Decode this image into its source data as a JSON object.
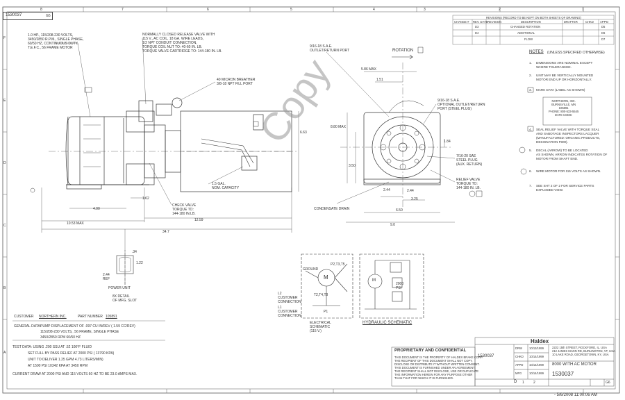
{
  "drawing": {
    "number_top": "1530037",
    "rev_top": "G5",
    "column_markers": [
      "8",
      "7",
      "6",
      "5",
      "4",
      "3",
      "2",
      "1"
    ],
    "row_markers": [
      "F",
      "E",
      "D",
      "C",
      "B",
      "A"
    ],
    "watermark": "Copy"
  },
  "callouts": {
    "motor": "1.0 HP., 115/208-230 VOLTS,\n3450/2850 R.P.M., SINGLE PHASE,\n60/50 HZ, CONTINUOUS DUTY,\nT.E.F.C., 56 FRAME MOTOR",
    "release_valve": "NORMALLY CLOSED RELEASE VALVE WITH\n115 V., AC COIL, 18 GA. WIRE LEADS,\n1/2 NPT CONDUIT CONNECTION,\nTORQUE COIL NUT TO: 40-60 IN. LB.\nTORQUE VALVE CARTRIDGE TO: 144-180 IN. LB.",
    "breather": "40 MICRON BREATHER\n3/8-18 NPT FILL PORT",
    "outlet_port": "9/16-18 S.A.E.\nOUTLET/RETURN PORT",
    "rotation": "ROTATION",
    "optional_port": "9/16-18 S.A.E.\nOPTIONAL OUTLET/RETURN\nPORT (STEEL PLUG)",
    "steel_plug": "7/16-20 SAE\nSTEEL PLUG\n(AUX. RETURN)",
    "relief_valve": "RELIEF VALVE\nTORQUE TO:\n144-180 IN. LB.",
    "condensate": "CONDENSATE DRAIN",
    "check_valve": "CHECK VALVE\nTORQUE TO:\n144-180 IN.LB.",
    "capacity": "1.5 GAL.\nNOM. CAPACITY",
    "power_unit": "POWER UNIT",
    "detail": "8X DETAIL\nOF MFG. SLOT"
  },
  "dimensions": {
    "d1": "10.53 MAX",
    "d2": "34.7",
    "d3": "12.59",
    "d4": "4.00",
    "d5": "1.62",
    "d6": "5.86 MAX",
    "d7": "1.51",
    "d8": "8.80 MAX",
    "d9": "3.50",
    "d10": "6.63",
    "d11": "1.84",
    "d12": "2.44",
    "d13": "3.25",
    "d14": "6.50",
    "d15": "9.0",
    "d16": "2.44",
    "d17": ".34",
    "d18": "1.22",
    "d19": "2.44\nREF"
  },
  "notes": {
    "title": "NOTES",
    "subtitle": "(UNLESS SPECIFIED OTHERWISE)",
    "items": [
      {
        "n": "1.",
        "text": "DIMENSIONS ARE NOMINAL EXCEPT\nWHERE TOLERANCED."
      },
      {
        "n": "2.",
        "text": "UNIT MAY BE VERTICALLY MOUNTED\nMOTOR END UP OR HORIZONTALLY."
      },
      {
        "n": "3.",
        "text": "MARK DATA (LABEL AS SHOWN)"
      },
      {
        "n": "4.",
        "text": "SEAL RELIEF VALVE WITH TORQUE SEAL\nAND SABOTAGE INSPECTORS LACQUER\n(MANUFACTURED: ORGANIC PRODUCTS,\nDESIGNATION F900)."
      },
      {
        "n": "5.",
        "text": "DECAL (ARROW) TO BE LOCATED\nAS SHOWN, ARROW INDICATES ROTATION OF\nMOTOR FROM SHAFT END."
      },
      {
        "n": "6.",
        "text": "WIRE MOTOR FOR 115 VOLTS AS SHOWN."
      },
      {
        "n": "7.",
        "text": "SEE SHT 2 OF 2 FOR SERVICE PARTS\nEXPLODED VIEW."
      }
    ],
    "label_box": "NORTHERN, INC.\nBURNSVILLE, MN\n105891\nPHONE: 800-533-5545\nDATE CODE:"
  },
  "revision_table": {
    "title": "REVISIONS (RECORD TO BE KEPT ON BOTH SHEETS OF DRAWING)",
    "headers": [
      "CHANGE #",
      "REV. DATE",
      "REVISION",
      "DESCRIPTION",
      "DRAFTER",
      "CHKD",
      "APP'D"
    ],
    "rows": [
      [
        "",
        "D3",
        "",
        "CHANGED ROTATION",
        "",
        "",
        "D5"
      ],
      [
        "",
        "D4",
        "",
        "ADDITIONAL",
        "",
        "",
        "D6"
      ],
      [
        "",
        "",
        "",
        "FLOW",
        "",
        "",
        "D7"
      ]
    ]
  },
  "schematics": {
    "electrical_title": "ELECTRICAL\nSCHEMATIC\n(115 V.)",
    "hydraulic_title": "HYDRAULIC SCHEMATIC",
    "ground": "GROUND",
    "p1": "P2,T3,T5",
    "p2": "T2,T4,T8",
    "l2": "L2\nCUSTOMER\nCONNECTION",
    "l1": "L1\nCUSTOMER\nCONNECTION",
    "motor_m": "M",
    "m_label": "M",
    "psi": "2000\nPSI",
    "p1_label": "P1"
  },
  "customer": {
    "customer_label": "CUSTOMER",
    "customer_value": "NORTHERN INC.",
    "part_label": "PART NUMBER",
    "part_value": "105891",
    "general_data": "GENERAL DATA:",
    "pump_line": "PUMP DISPLACEMENT OF  .097  CU IN/REV  ( 1.59   CC/REV)",
    "motor_line": "115/208-230 VOLTS,  .56  FRAME, SINGLE  PHASE",
    "rpm_line": "3450/2850  RPM  60/50  HZ",
    "test_data": "TEST DATA: USING  .200  SSU AT  .52  100°F FLUID",
    "relief_line": "SET FULL BY PASS RELIEF AT  2000  PSI (  13790  KPA)",
    "unit_line": "UNIT TO DELIVER  1.25  GPM  4.73  LITERS/MIN)",
    "at1": "AT  1500  PSI  10342  KPA AT  3450  RPM",
    "current_line": "CURRENT DRAW AT  2000  PSI AND  115  VOLTS  60 HZ TO BE  23.0  AMPS MAX."
  },
  "title_block": {
    "proprietary_title": "PROPRIETARY AND CONFIDENTIAL",
    "proprietary_text": "THIS DOCUMENT IS THE PROPERTY OF HALDEX BRAKE CORP.\nTHE RECIPIENT OF THIS DOCUMENT SHALL NOT COPY,\nDISCLOSE OR DISTRIBUTE IT WITHOUT WRITTEN CONSENT.\nTHIS DOCUMENT IS FURNISHED UNDER AN AGREEMENT,\nTHE RECIPIENT SHALL NOT DISCLOSE, USE OR DUPLICATE\nTHE INFORMATION HEREIN FOR ANY PURPOSE OTHER\nTHAN THAT FOR WHICH IT IS FURNISHED.",
    "company": "Haldex",
    "address": "2222 15th STREET, ROCKFORD, IL. USA\n212 JAMES MANN RD, BURLINGTON, VT, USA\n10 LAKE ROAD, GEORGETOWN, KY, USA",
    "title": "8000 WITH AC MOTOR",
    "dwg_no": "1530037",
    "rev": "G6",
    "sheet": "1",
    "of": "2",
    "size": "D",
    "scale": "",
    "drawn_label": "DRW",
    "chkd_label": "CHKD",
    "appd_label": "APPD",
    "mfg_label": "MFG",
    "drawn_date": "10/13/1999",
    "chkd_date": "10/14/1999",
    "appd_date": "10/14/1999",
    "mfg_date": "10/14/1999",
    "material": "",
    "dwg_label": "1530037"
  },
  "timestamp": "- 5/6/2008 11:00:06 AM"
}
